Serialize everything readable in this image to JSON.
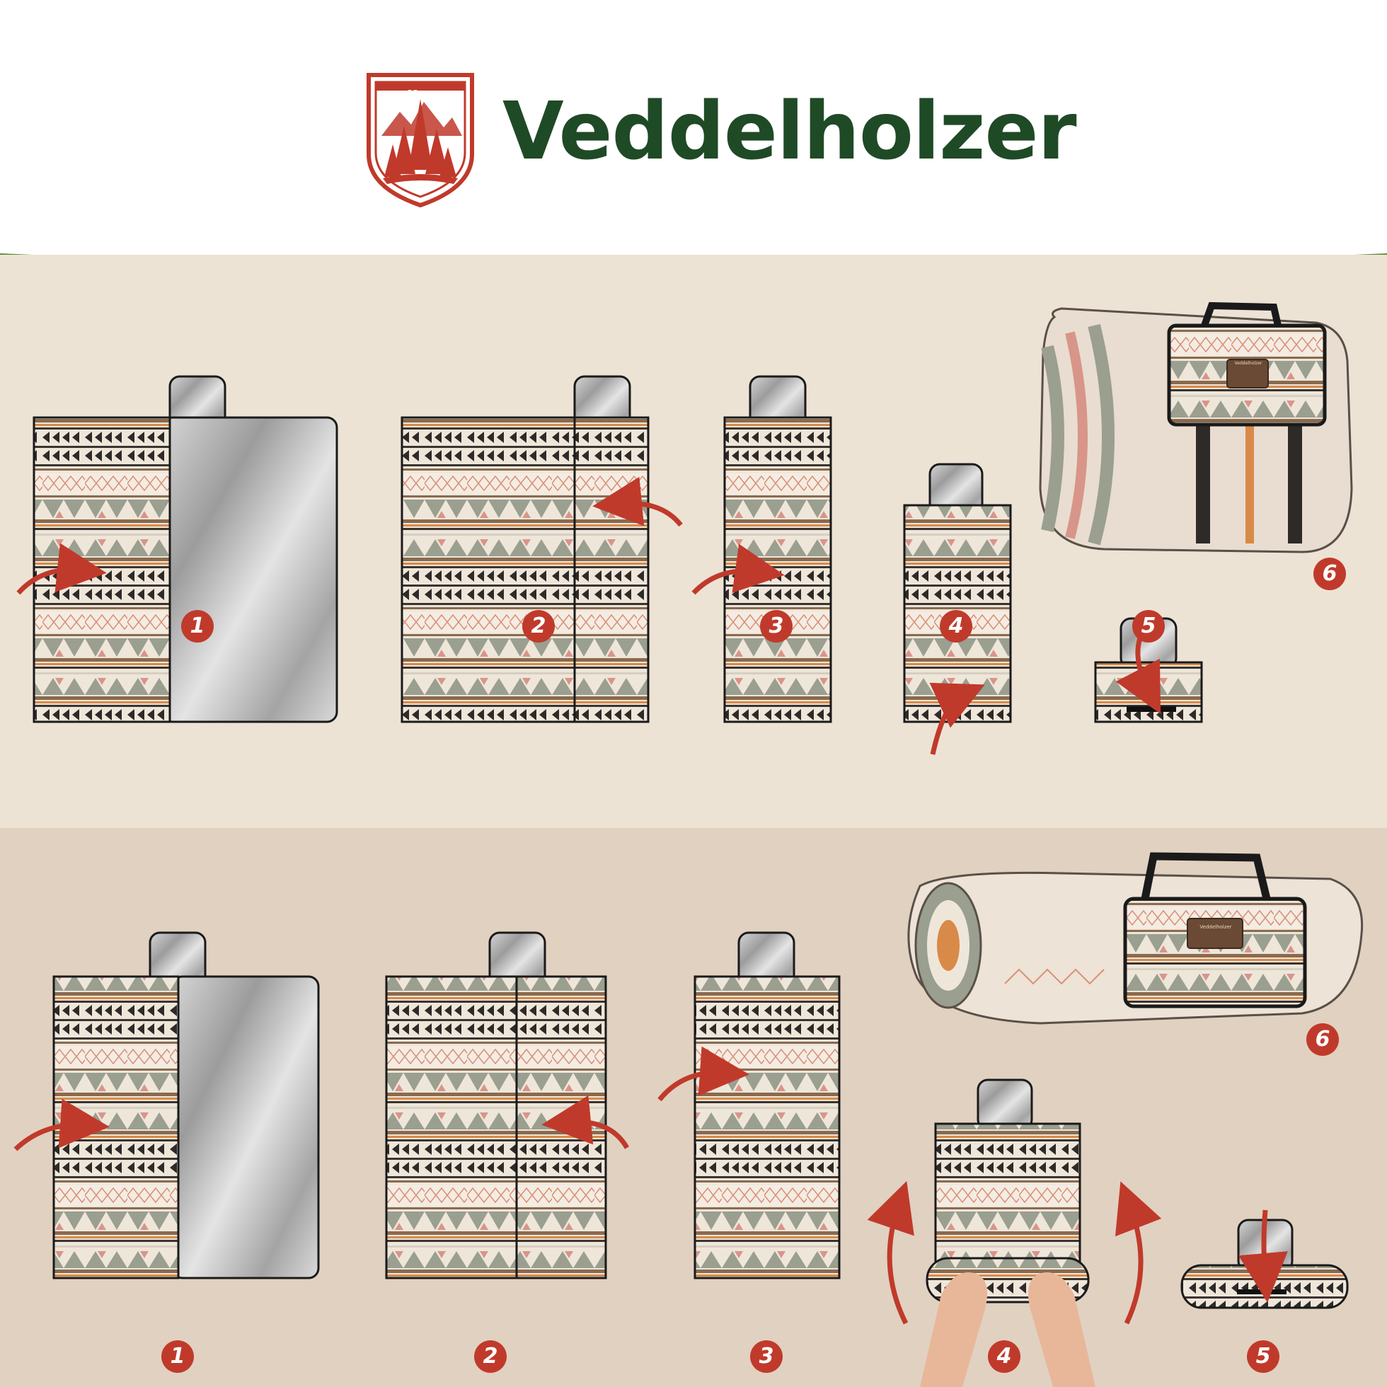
{
  "brand": {
    "name": "Veddelholzer",
    "label_text": "Veddelholzer",
    "colors": {
      "primary_green": "#1f4a26",
      "accent_red": "#c03a2b",
      "band_green": "#5e8a3a"
    }
  },
  "sections": [
    {
      "id": "top",
      "steps": [
        {
          "number": "1",
          "icon": "unfold-mat-arrow-icon"
        },
        {
          "number": "2",
          "icon": "fold-left-arrow-icon"
        },
        {
          "number": "3",
          "icon": "fold-right-arrow-icon"
        },
        {
          "number": "4",
          "icon": "fold-up-arrow-icon"
        },
        {
          "number": "5",
          "icon": "fold-down-arrow-icon"
        },
        {
          "number": "6",
          "icon": "folded-bag-photo"
        }
      ]
    },
    {
      "id": "bottom",
      "steps": [
        {
          "number": "1",
          "icon": "unfold-mat-arrow-icon"
        },
        {
          "number": "2",
          "icon": "fold-left-arrow-icon"
        },
        {
          "number": "3",
          "icon": "fold-right-arrow-icon"
        },
        {
          "number": "4",
          "icon": "roll-up-arrow-icon"
        },
        {
          "number": "5",
          "icon": "fold-down-arrow-icon"
        },
        {
          "number": "6",
          "icon": "rolled-bag-photo"
        }
      ]
    }
  ]
}
